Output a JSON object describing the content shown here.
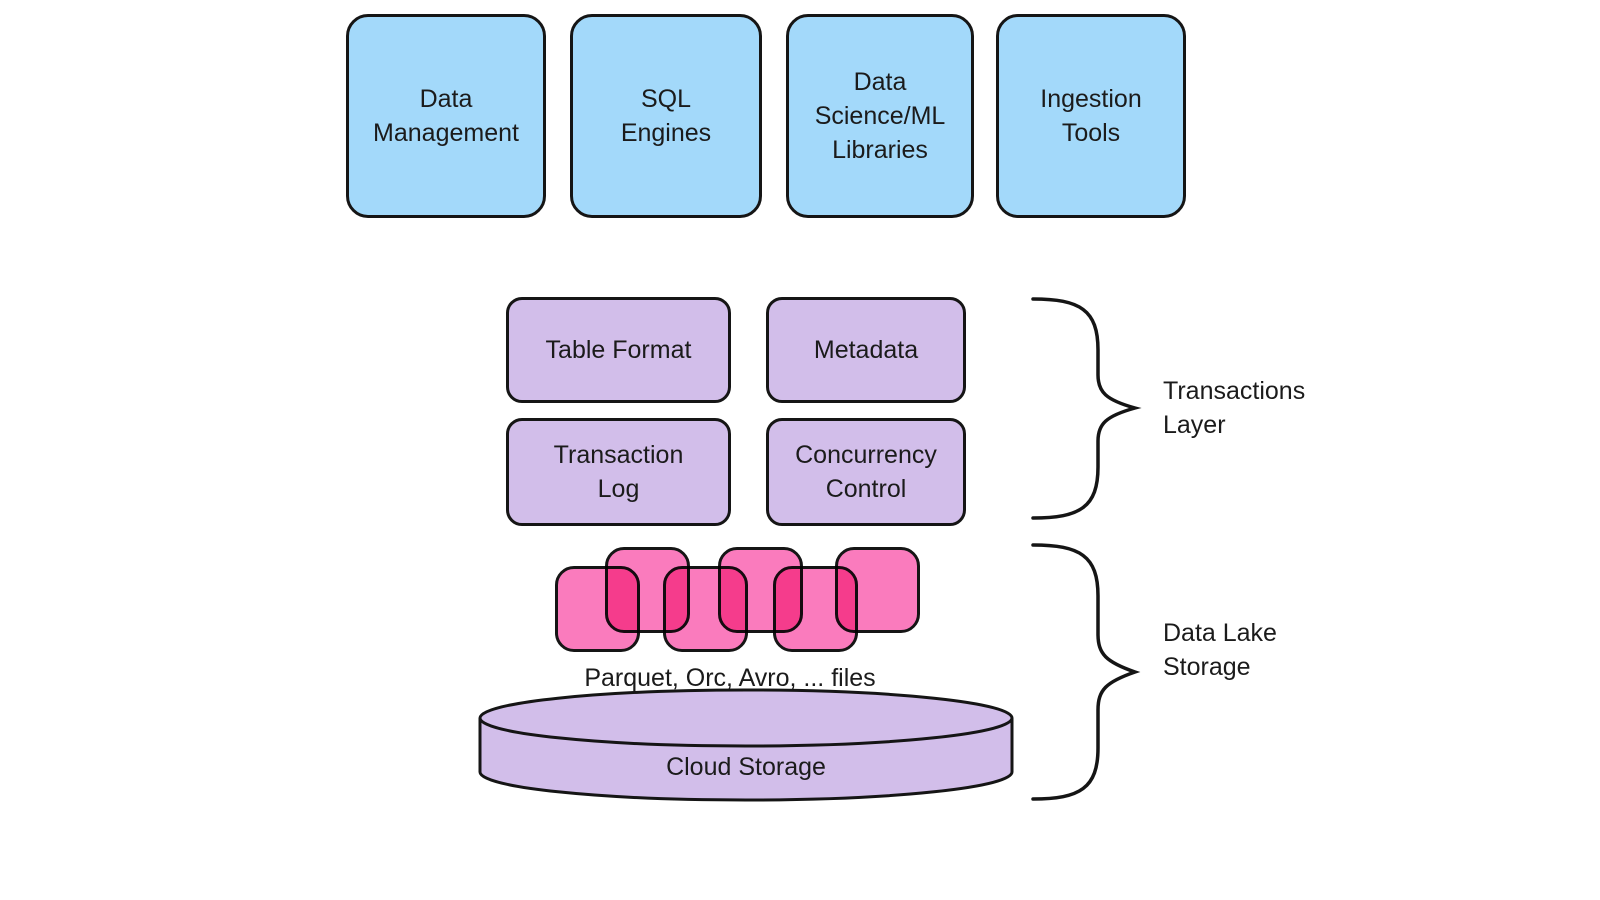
{
  "palette": {
    "background": "#ffffff",
    "blue": "#a3d9fa",
    "purple": "#d2beea",
    "pink": "#fa7bbd",
    "stroke": "#151515",
    "text": "#1b1b1b"
  },
  "top_row": {
    "boxes": [
      {
        "label": "Data\nManagement"
      },
      {
        "label": "SQL\nEngines"
      },
      {
        "label": "Data\nScience/ML\nLibraries"
      },
      {
        "label": "Ingestion\nTools"
      }
    ]
  },
  "transactions_layer": {
    "brace_label": "Transactions\nLayer",
    "boxes": [
      {
        "label": "Table Format"
      },
      {
        "label": "Metadata"
      },
      {
        "label": "Transaction\nLog"
      },
      {
        "label": "Concurrency\nControl"
      }
    ]
  },
  "data_lake_storage": {
    "brace_label": "Data Lake\nStorage",
    "files_caption": "Parquet, Orc, Avro, ... files",
    "file_icon_count": 6,
    "cylinder_label": "Cloud Storage"
  }
}
